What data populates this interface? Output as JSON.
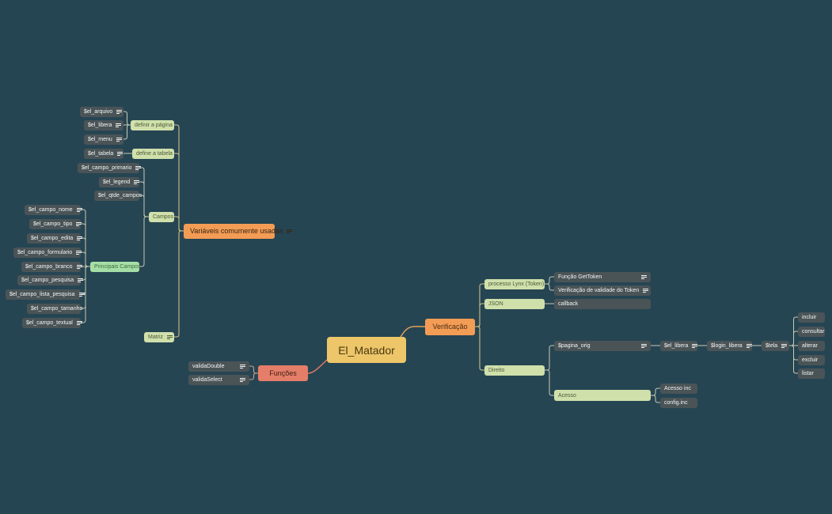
{
  "root": "El_Matador",
  "branches": {
    "verificacao": "Verificação",
    "funcoes": "Funções",
    "variaveis": "Variáveis comumente usadas"
  },
  "variaveis": {
    "definir_pagina": "definir a página",
    "arquivo": "$el_arquivo",
    "libera": "$el_libera",
    "menu": "$el_menu",
    "define_tabela": "define a tabela",
    "tabela": "$el_tabela",
    "campos": "Campos",
    "campo_primario": "$el_campo_primario",
    "legend": "$el_legend",
    "qtde_campos": "$el_qtde_campos",
    "principais_campos": "Principais Campos",
    "principais": [
      "$el_campo_nome",
      "$el_campo_tipo",
      "$el_campo_edita",
      "$el_campo_formulario",
      "$el_campo_branco",
      "$el_campo_pesquisa",
      "$el_campo_lista_pesquisa",
      "$el_campo_tamanho",
      "$el_campo_textual"
    ],
    "matriz": "Matriz"
  },
  "funcoes": {
    "valida_double": "validaDouble",
    "valida_select": "validaSelect"
  },
  "verificacao": {
    "processo": "processo Lynx (Token)",
    "get_token": "Função GetToken",
    "validade_token": "Verificação de validade do Token",
    "json": "JSON",
    "callback": "callback",
    "direito": "Direito",
    "pagina_orig": "$pagina_orig",
    "el_libera": "$el_libera",
    "login_libera": "$login_libera",
    "tela": "$tela",
    "tela_opcoes": [
      "incluir",
      "consultar",
      "alterar",
      "excluir",
      "listar"
    ],
    "acesso": "Acesso",
    "acesso_inc": "Acesso inc",
    "config_inc": "config.inc"
  }
}
